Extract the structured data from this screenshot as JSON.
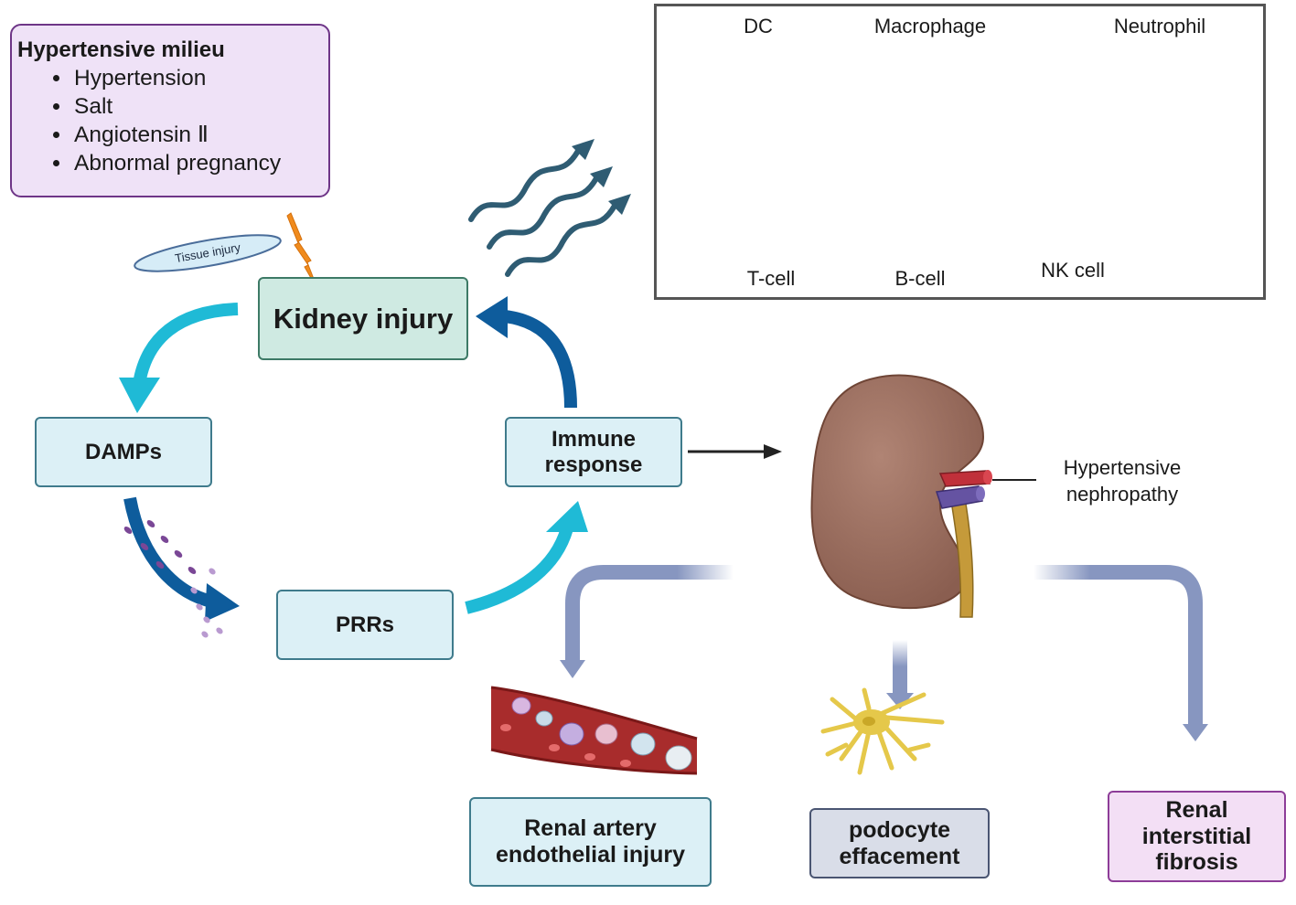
{
  "milieu": {
    "title": "Hypertensive milieu",
    "items": [
      "Hypertension",
      "Salt",
      "Angiotensin Ⅱ",
      "Abnormal pregnancy"
    ]
  },
  "tissue_injury": "Tissue injury",
  "cycle": {
    "kidney_injury": "Kidney injury",
    "damps": "DAMPs",
    "prrs": "PRRs",
    "immune_response": [
      "Immune",
      "response"
    ]
  },
  "immune_cells": {
    "dc": "DC",
    "macrophage": "Macrophage",
    "neutrophil": "Neutrophil",
    "t_cell": "T-cell",
    "b_cell": "B-cell",
    "nk_cell": "NK cell"
  },
  "kidney_label": [
    "Hypertensive",
    "nephropathy"
  ],
  "outcomes": {
    "renal_artery": [
      "Renal artery",
      "endothelial injury"
    ],
    "podocyte": [
      "podocyte",
      "effacement"
    ],
    "fibrosis": [
      "Renal",
      "interstitial",
      "fibrosis"
    ]
  },
  "colors": {
    "cycle_light_arrow": "#1fbad6",
    "cycle_dark_arrow": "#0e5c9c",
    "outcome_arrow": "#8796c0",
    "milieu_border": "#6e3587"
  }
}
